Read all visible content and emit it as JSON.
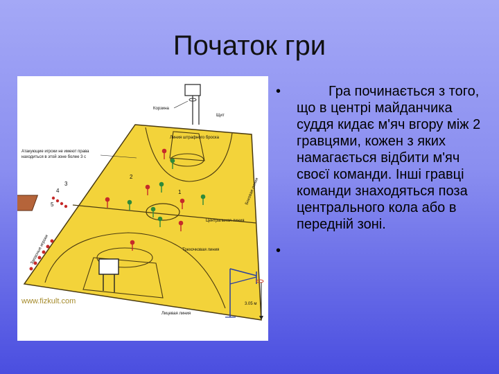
{
  "slide": {
    "title": "Початок гри",
    "bullets": [
      {
        "marker": "•",
        "text": "Гра починається з того, що в центрі майданчика суддя кидає м'яч вгору між 2 гравцями, кожен з яких намагається відбити м'яч своєї команди. Інші гравці команди знаходяться поза центрального кола або в передній зоні."
      },
      {
        "marker": "•",
        "text": ""
      }
    ]
  },
  "court_image": {
    "colors": {
      "court": "#f3d33a",
      "lines": "#4a3a10",
      "team_red": "#c62a2a",
      "team_green": "#2e8a3a"
    },
    "labels": {
      "basket": "Корзина",
      "backboard": "Щит",
      "free_throw_line": "Линия штрафного броска",
      "rule_note_line1": "Атакующие игроки не имеют права",
      "rule_note_line2": "находиться в этой зоне более 3 с",
      "sideline": "Боковая линия",
      "center_line": "Центральная линия",
      "three_point_line": "Трехочковая линия",
      "end_line": "Лицевая линия",
      "substitutes": "Запасные игроки",
      "height": "3.05 м",
      "watermark": "www.fizkult.com",
      "num1": "1",
      "num2": "2",
      "num3": "3",
      "num4": "4",
      "num5": "5"
    }
  }
}
